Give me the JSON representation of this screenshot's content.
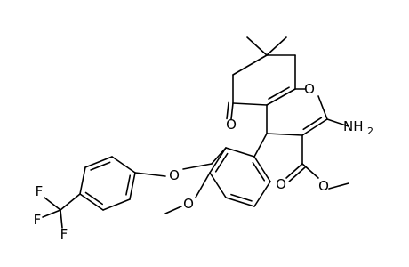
{
  "diagram": {
    "atoms": {
      "oxygen_ring": "O",
      "amine": "NH",
      "amine_sub": "2",
      "ketone_o": "O",
      "ester_carbonyl_o": "O",
      "ester_ether_o": "O",
      "methoxy_o": "O",
      "aryl_ether_o": "O",
      "f1": "F",
      "f2": "F",
      "f3": "F"
    }
  }
}
